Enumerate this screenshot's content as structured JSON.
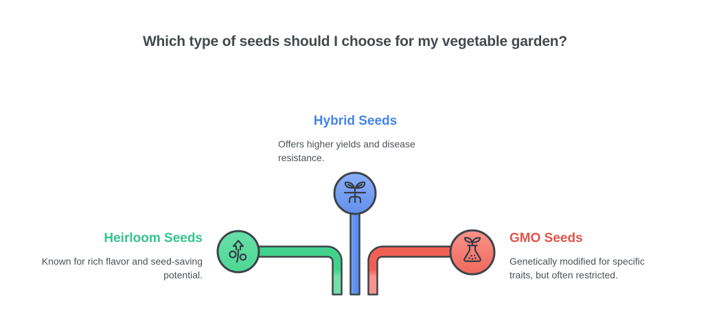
{
  "title": "Which type of seeds should I choose for my vegetable garden?",
  "title_color": "#45494D",
  "body_text_color": "#4D5156",
  "outline_color": "#3D434B",
  "branches": {
    "hybrid": {
      "label": "Hybrid Seeds",
      "description": "Offers higher yields and disease resistance.",
      "color": "#4284EA",
      "pipe_color": "#5A8EF0",
      "node_color": "#6D9AF2",
      "node_icon": "seedling-roots-icon"
    },
    "heirloom": {
      "label": "Heirloom Seeds",
      "description": "Known for rich flavor and seed-saving potential.",
      "color": "#35C48D",
      "pipe_color": "#43D28D",
      "pipe_light_color": "#74E0A9",
      "node_color": "#55DB9B",
      "node_icon": "seed-saving-plant-icon"
    },
    "gmo": {
      "label": "GMO Seeds",
      "description": "Genetically modified for specific traits, but often restricted.",
      "color": "#E2544A",
      "pipe_color": "#F16153",
      "pipe_light_color": "#F7958C",
      "node_color": "#F4796C",
      "node_icon": "flask-sprout-icon"
    }
  }
}
